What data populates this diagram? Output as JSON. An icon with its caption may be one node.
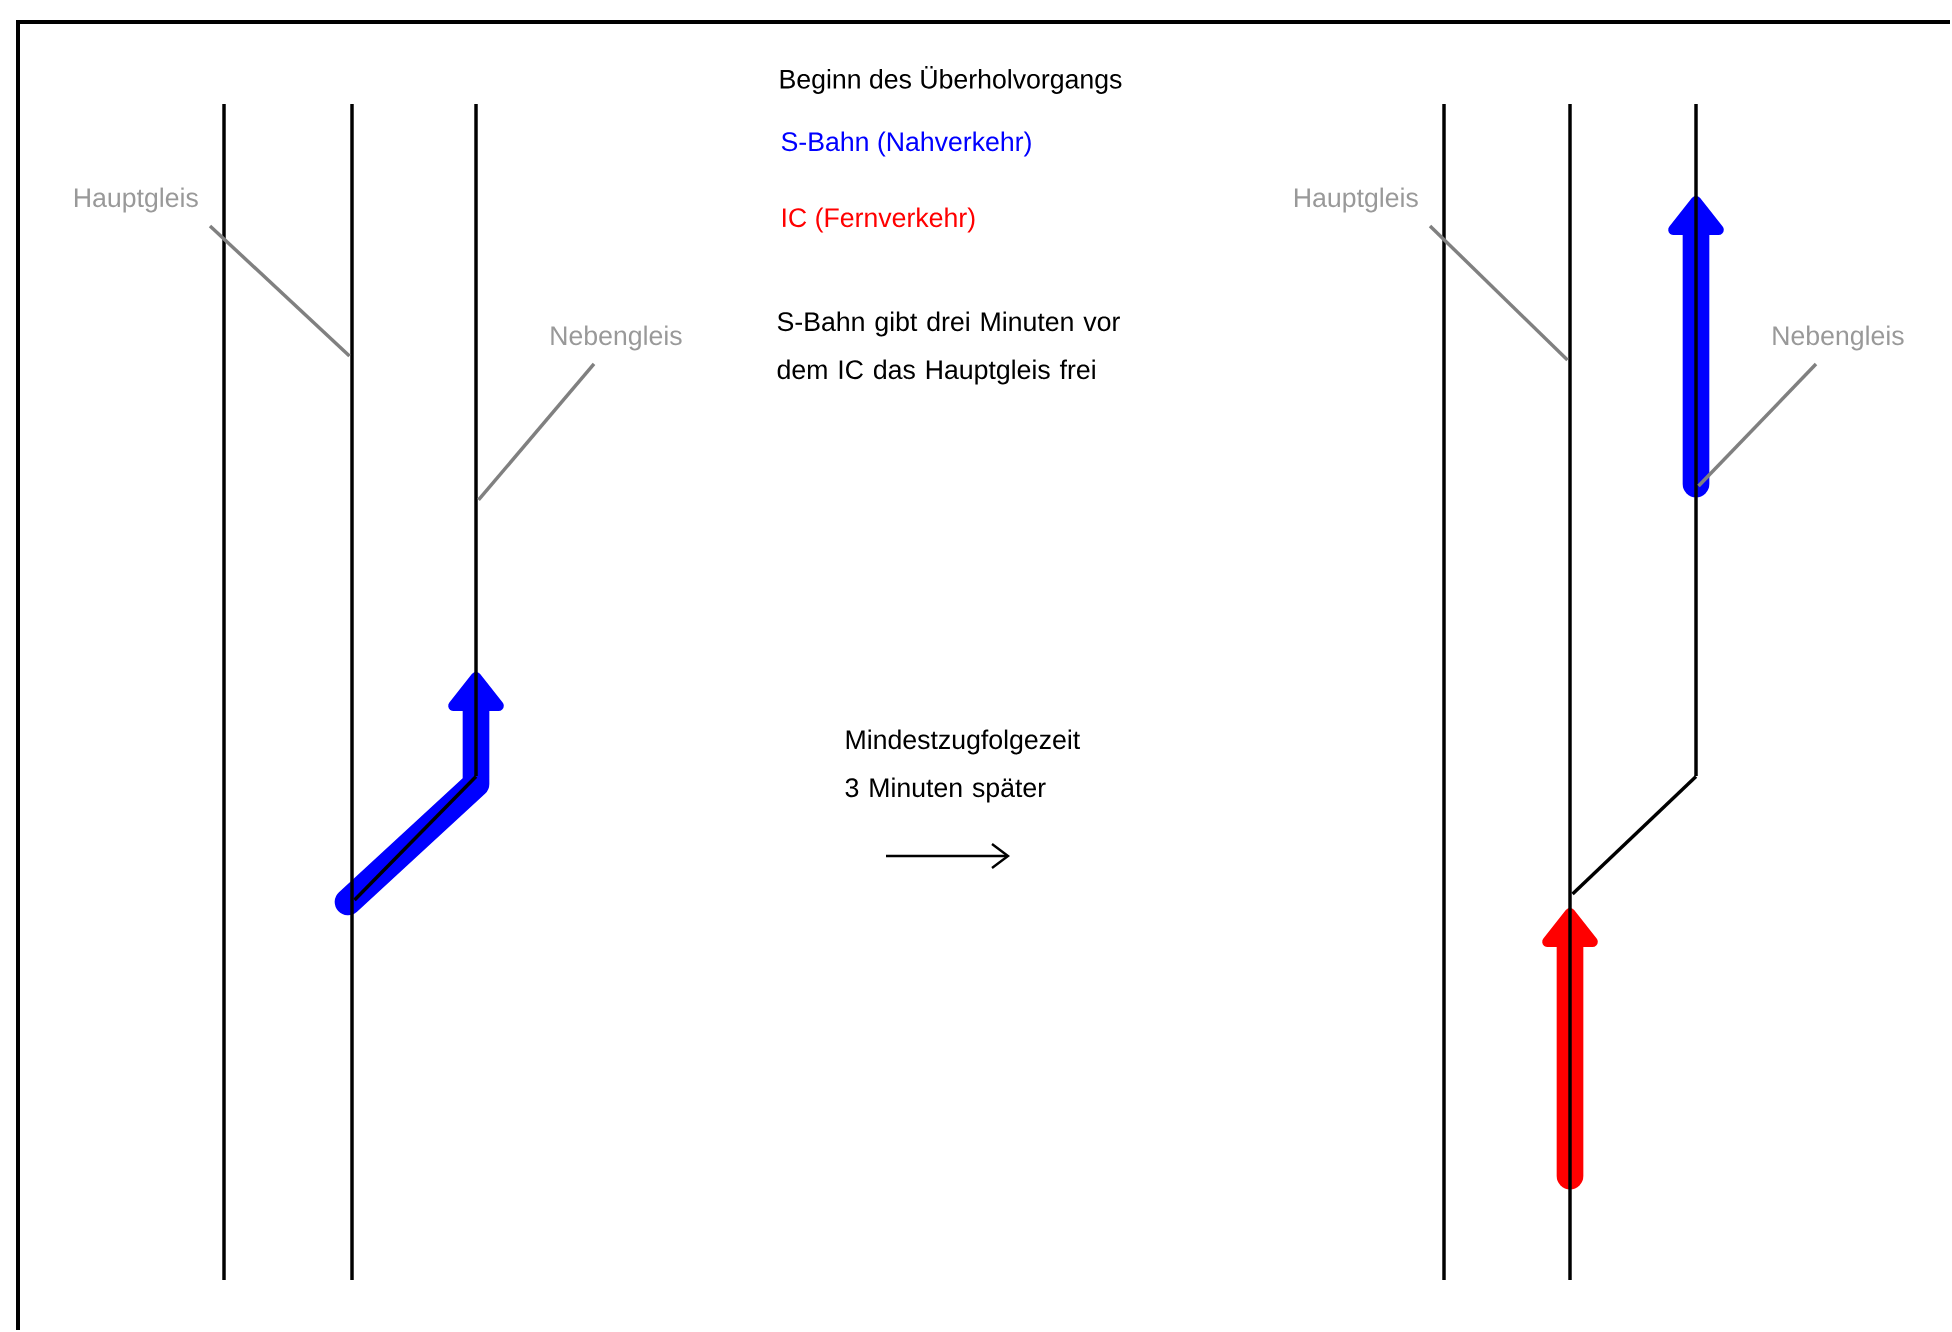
{
  "diagram": {
    "title": "Beginn des Überholvorgangs",
    "nodes": [
      {
        "text": [
          "Hauptgleis"
        ]
      },
      {
        "text": [
          "Nebengleis"
        ]
      },
      {
        "text": [
          "Hauptgleis"
        ]
      },
      {
        "text": [
          "Nebengleis"
        ]
      },
      {
        "text": [],
        "shape": "line"
      },
      {
        "text": [],
        "shape": "line"
      },
      {
        "text": [],
        "shape": "line"
      },
      {
        "text": [],
        "shape": "line"
      }
    ],
    "edges": [
      {
        "from": 0,
        "to": 4,
        "arrow": "none"
      },
      {
        "from": 1,
        "to": 5,
        "arrow": "none"
      },
      {
        "from": 2,
        "to": 6,
        "arrow": "none"
      },
      {
        "from": 3,
        "to": 7,
        "arrow": "none"
      },
      {
        "from": 5,
        "to": 4,
        "arrow": "none",
        "color": "#000000"
      },
      {
        "from": 7,
        "to": 6,
        "arrow": "none",
        "color": "#000000"
      }
    ],
    "labels": [
      "S-Bahn gibt drei Minuten vor dem IC das Hauptgleis frei",
      "Mindestzugfolgezeit 3 Minuten später"
    ],
    "legend": [
      {
        "text": "S-Bahn (Nahverkehr)",
        "color": "#0000ff"
      },
      {
        "text": "IC (Fernverkehr)",
        "color": "#ff0000"
      }
    ]
  }
}
